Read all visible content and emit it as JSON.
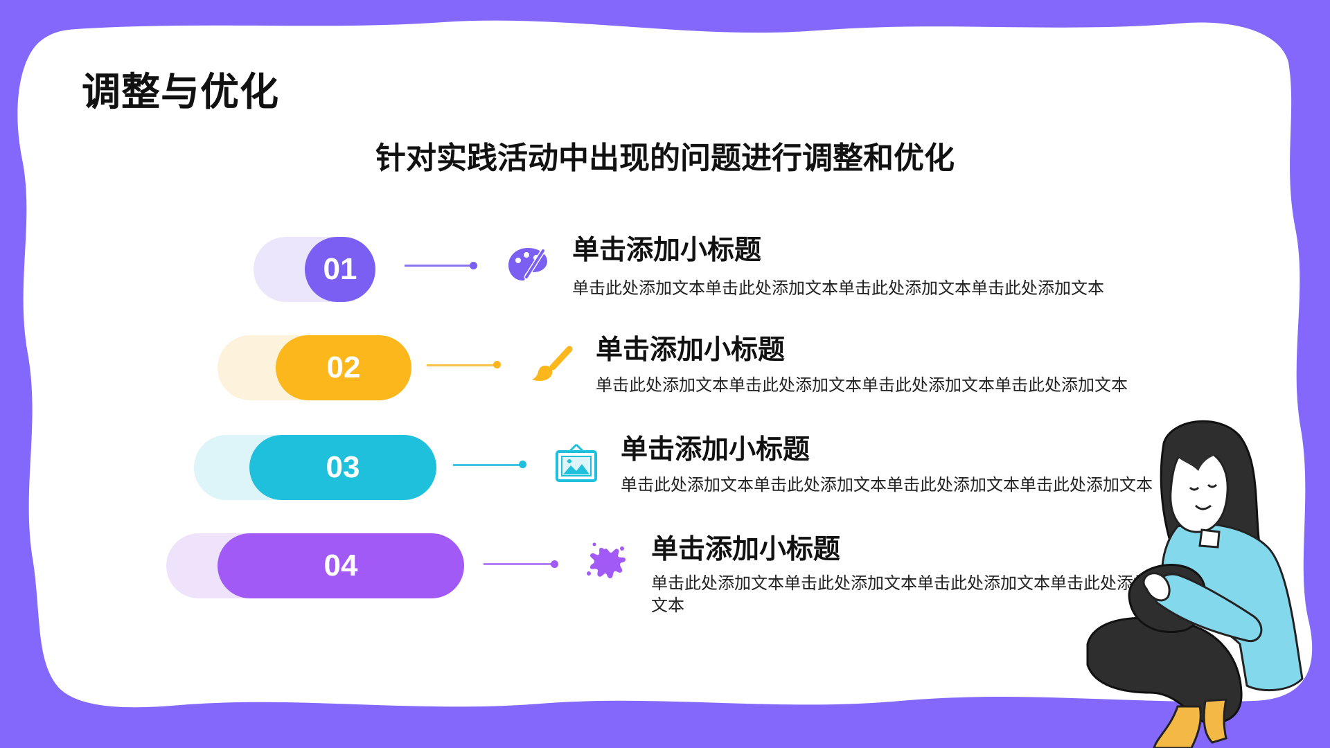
{
  "slide": {
    "title": "调整与优化",
    "subtitle": "针对实践活动中出现的问题进行调整和优化"
  },
  "colors": {
    "frame": "#8468fb",
    "card": "#ffffff"
  },
  "items": [
    {
      "num": "01",
      "heading": "单击添加小标题",
      "text": "单击此处添加文本单击此处添加文本单击此处添加文本单击此处添加文本",
      "color": "#7b5ff2",
      "light": "#ebe6fb",
      "icon": "palette-icon"
    },
    {
      "num": "02",
      "heading": "单击添加小标题",
      "text": "单击此处添加文本单击此处添加文本单击此处添加文本单击此处添加文本",
      "color": "#fbb71c",
      "light": "#fdf3dc",
      "icon": "paintbrush-icon"
    },
    {
      "num": "03",
      "heading": "单击添加小标题",
      "text": "单击此处添加文本单击此处添加文本单击此处添加文本单击此处添加文本",
      "color": "#1fc0dc",
      "light": "#ddf4f8",
      "icon": "framed-picture-icon"
    },
    {
      "num": "04",
      "heading": "单击添加小标题",
      "text": "单击此处添加文本单击此处添加文本单击此处添加文本单击此处添加文本",
      "color": "#a15af6",
      "light": "#efe3fc",
      "icon": "paint-splash-icon"
    }
  ]
}
